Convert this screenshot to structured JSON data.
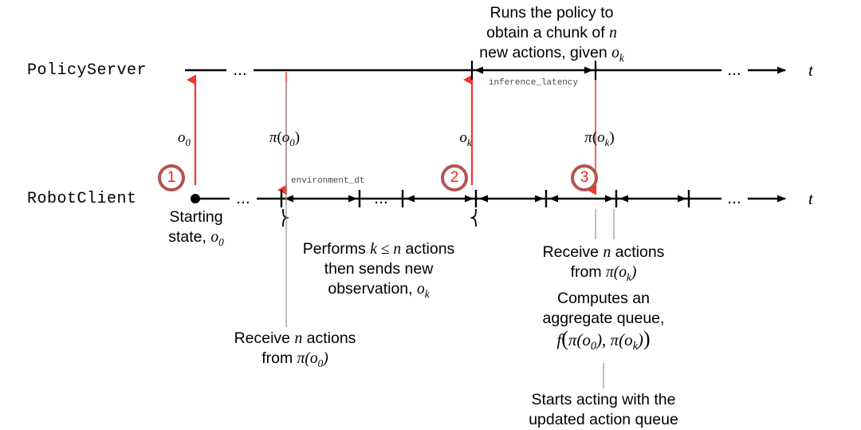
{
  "diagram": {
    "title_hidden": "",
    "lanes": [
      {
        "name": "PolicyServer",
        "axis_label": "t"
      },
      {
        "name": "RobotClient",
        "axis_label": "t"
      }
    ],
    "colors": {
      "arrow_red": "#f4322b",
      "badge_ring": "#b5534f",
      "badge_text": "#e8291c",
      "line_black": "#000000",
      "leader_gray": "#8f8f8f",
      "code_gray": "#4a4a4a"
    },
    "ellipsis": "...",
    "top_note": {
      "line1": "Runs the policy to",
      "line2_pre": "obtain a chunk of",
      "line2_math": "n",
      "line3_pre": "new actions, given",
      "line3_math": "o",
      "line3_sub": "k"
    },
    "timing_labels": {
      "inference_latency": "inference_latency",
      "environment_dt": "environment_dt"
    },
    "event_labels": [
      {
        "id": "o0",
        "base": "o",
        "sub": "0",
        "pi": false
      },
      {
        "id": "pi_o0",
        "base": "o",
        "sub": "0",
        "pi": true
      },
      {
        "id": "ok",
        "base": "o",
        "sub": "k",
        "pi": false
      },
      {
        "id": "pi_ok",
        "base": "o",
        "sub": "k",
        "pi": true
      }
    ],
    "badges": [
      {
        "num": "1"
      },
      {
        "num": "2"
      },
      {
        "num": "3"
      }
    ],
    "notes": {
      "starting_state": {
        "line1": "Starting",
        "line2_pre": "state,",
        "line2_math": "o",
        "line2_sub": "0"
      },
      "performs": {
        "line1_pre": "Performs",
        "line1_math": "k ≤ n",
        "line1_post": "actions",
        "line2": "then sends new",
        "line3_pre": "observation,",
        "line3_math": "o",
        "line3_sub": "k"
      },
      "receive_n_o0": {
        "line1_pre": "Receive",
        "line1_math": "n",
        "line1_post": "actions",
        "line2_pre": "from",
        "line2_math": "π(o",
        "line2_sub": "0",
        "line2_post": ")"
      },
      "receive_n_ok": {
        "line1_pre": "Receive",
        "line1_math": "n",
        "line1_post": "actions",
        "line2_pre": "from",
        "line2_math": "π(o",
        "line2_sub": "k",
        "line2_post": ")"
      },
      "computes": {
        "line1": "Computes an",
        "line2": "aggregate queue,",
        "line3_f": "f",
        "line3_expr_a": "π(o",
        "line3_sub_a": "0",
        "line3_mid": "), π(o",
        "line3_sub_b": "k",
        "line3_end": ")"
      },
      "starts_acting": {
        "line1": "Starts acting with the",
        "line2": "updated action queue"
      }
    }
  }
}
